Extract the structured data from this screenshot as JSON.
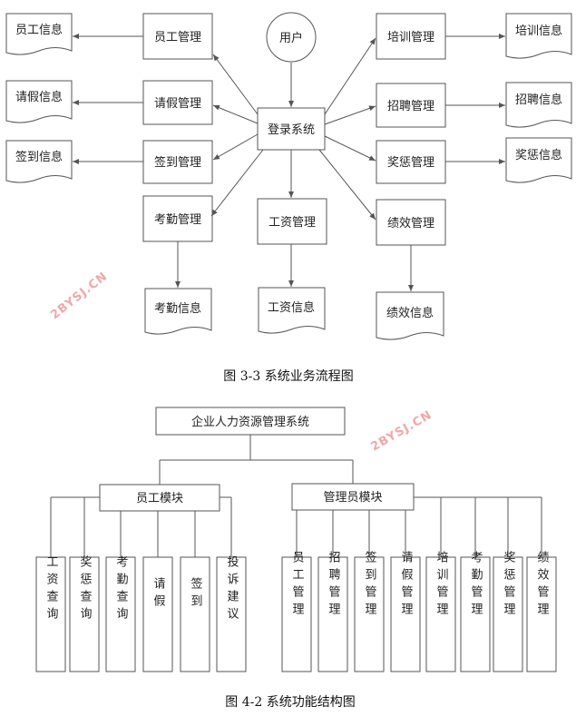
{
  "flow": {
    "user": "用户",
    "login": "登录系统",
    "managers": {
      "staff": "员工管理",
      "leave": "请假管理",
      "signin": "签到管理",
      "attendance": "考勤管理",
      "salary": "工资管理",
      "training": "培训管理",
      "recruit": "招聘管理",
      "reward": "奖惩管理",
      "performance": "绩效管理"
    },
    "docs": {
      "staff": "员工信息",
      "leave": "请假信息",
      "signin": "签到信息",
      "attendance": "考勤信息",
      "salary": "工资信息",
      "training": "培训信息",
      "recruit": "招聘信息",
      "reward": "奖惩信息",
      "performance": "绩效信息"
    },
    "caption": "图 3-3  系统业务流程图"
  },
  "structure": {
    "root": "企业人力资源管理系统",
    "employee_module": {
      "label": "员工模块",
      "children": [
        "工资查询",
        "奖惩查询",
        "考勤查询",
        "请假",
        "签到",
        "投诉建议"
      ]
    },
    "admin_module": {
      "label": "管理员模块",
      "children": [
        "员工管理",
        "招聘管理",
        "签到管理",
        "请假管理",
        "培训管理",
        "考勤管理",
        "奖惩管理",
        "绩效管理"
      ]
    },
    "caption": "图 4-2  系统功能结构图"
  },
  "watermark": "2BYSJ.CN",
  "colors": {
    "line": "#555555",
    "watermark": "#f0a8a8"
  }
}
